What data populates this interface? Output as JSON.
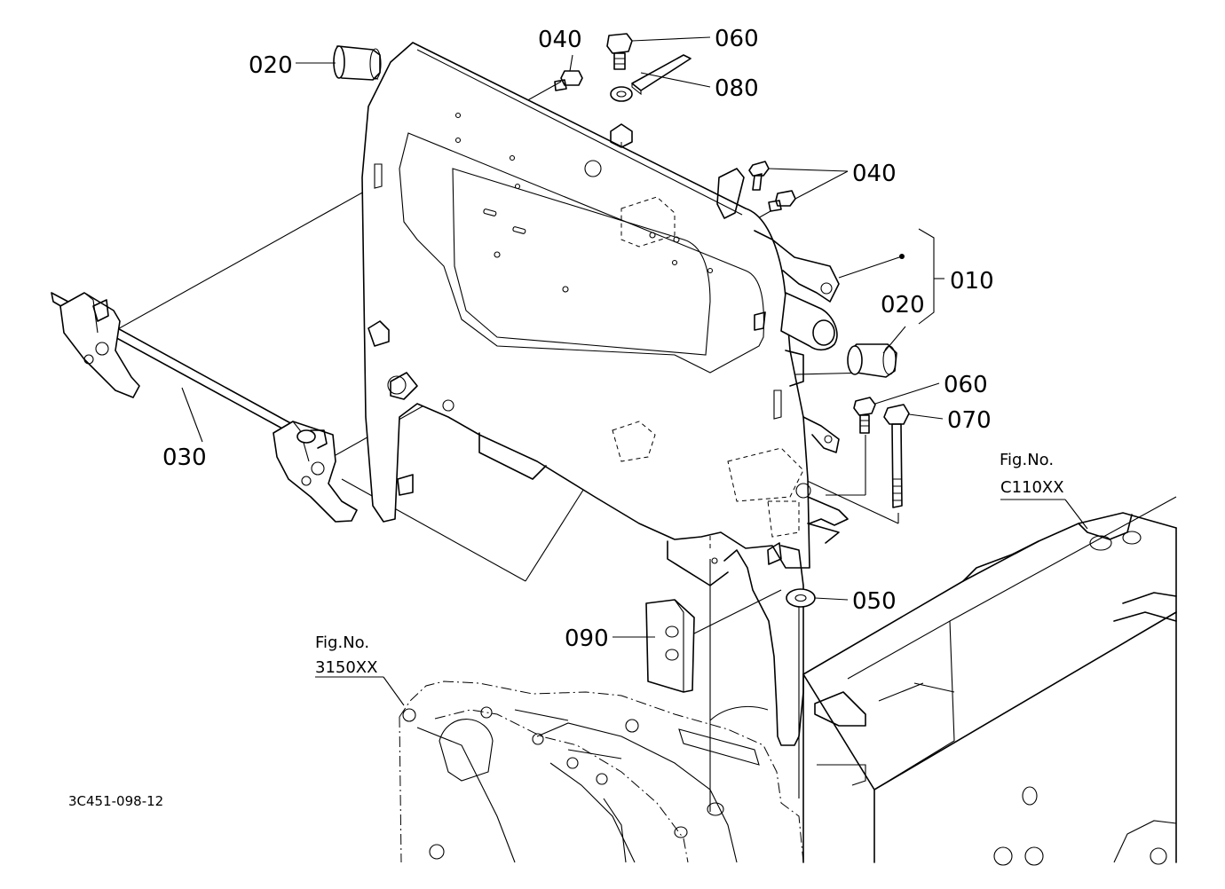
{
  "parts": {
    "p020_top": "020",
    "p040_top": "040",
    "p060_top": "060",
    "p080": "080",
    "p040_right": "040",
    "p010": "010",
    "p020_right": "020",
    "p060_right": "060",
    "p070": "070",
    "p030": "030",
    "p050": "050",
    "p090": "090"
  },
  "refs": {
    "c110_label": "Fig.No.",
    "c110_number": "C110XX",
    "r3150_label": "Fig.No.",
    "r3150_number": "3150XX"
  },
  "drawing_code": "3C451-098-12"
}
